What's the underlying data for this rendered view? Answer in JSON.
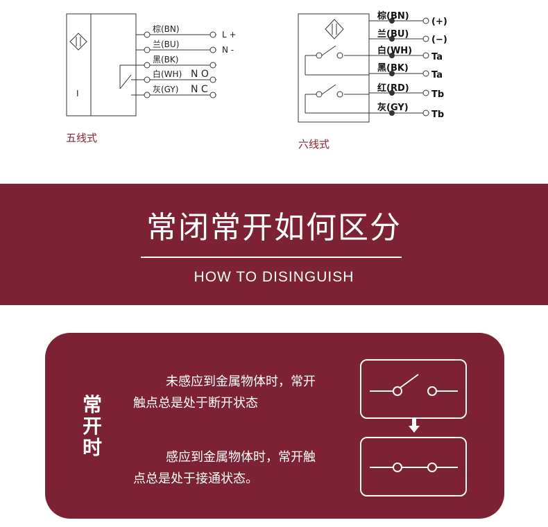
{
  "five_wire": {
    "caption": "五线式",
    "wires": [
      {
        "label": "棕(BN)",
        "term": "L +"
      },
      {
        "label": "兰(BU)",
        "term": "N -"
      },
      {
        "label": "黑(BK)",
        "term": ""
      },
      {
        "label": "白(WH)",
        "term": "N O"
      },
      {
        "label": "灰(GY)",
        "term": "N C"
      }
    ],
    "body_mark": "I"
  },
  "six_wire": {
    "caption": "六线式",
    "wires": [
      {
        "label": "棕(BN)",
        "term": "(+)"
      },
      {
        "label": "兰(BU)",
        "term": "(−)"
      },
      {
        "label": "白(WH)",
        "term": "Ta"
      },
      {
        "label": "黑(BK)",
        "term": "Ta"
      },
      {
        "label": "红(RD)",
        "term": "Tb"
      },
      {
        "label": "灰(GY)",
        "term": "Tb"
      }
    ]
  },
  "banner": {
    "title": "常闭常开如何区分",
    "subtitle": "HOW TO DISINGUISH"
  },
  "normally_open": {
    "side_label": "常\n开\n时",
    "text_before": "未感应到金属物体时，常开触点总是处于断开状态",
    "text_after": "感应到金属物体时，常开触点总是处于接通状态。"
  },
  "colors": {
    "accent": "#7c2234",
    "caption": "#8a2233",
    "line": "#333333"
  }
}
